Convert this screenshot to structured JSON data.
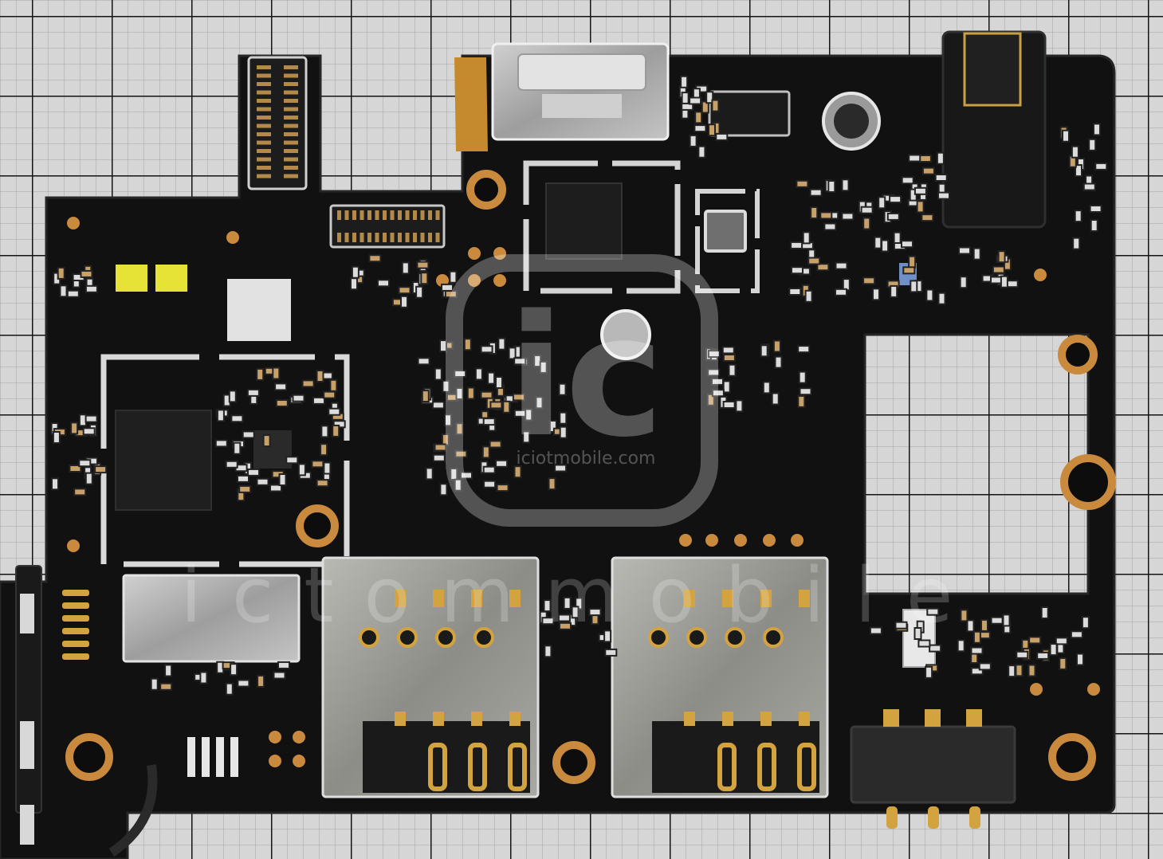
{
  "photo": {
    "subject": "",
    "colors": {
      "background": "#d4d4d4",
      "grid_major": "#161616",
      "grid_minor": "#9a9a9a",
      "board": "#121212",
      "board_edge": "#1c1c1c",
      "copper": "#c98a3e",
      "copper_dark": "#7a4a18",
      "shield": "#bdbdbd",
      "shield_dark": "#8c8c8c",
      "chip": "#1f1f1f",
      "gold": "#d3a33f",
      "led": "#e8e23a",
      "blue_part": "#6f8fc7",
      "component": "#d8d8d8"
    }
  },
  "watermark": {
    "logo_text": "ic",
    "site_text": "iciotmobile.com",
    "brand_text": "ictommobile"
  }
}
